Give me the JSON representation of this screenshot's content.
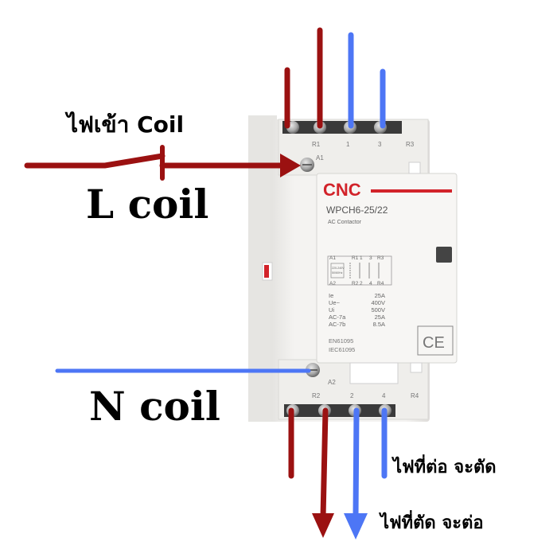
{
  "labels": {
    "coil_input": "ไฟเข้า Coil",
    "l_coil": "L coil",
    "n_coil": "N coil",
    "nc_contacts": "ไฟที่ต่อ จะตัด",
    "no_contacts": "ไฟที่ตัด จะต่อ"
  },
  "device": {
    "brand": "CNC",
    "model": "WPCH6-25/22",
    "type": "AC Contactor",
    "terminals_top": [
      "R1",
      "1",
      "3",
      "R3"
    ],
    "terminals_bottom": [
      "R2",
      "2",
      "4",
      "R4"
    ],
    "coil_terminals": [
      "A1",
      "A2"
    ],
    "schematic": {
      "top": [
        "A1",
        "R1",
        "1",
        "3",
        "R3"
      ],
      "bottom": [
        "A2",
        "R2",
        "2",
        "4",
        "R4"
      ],
      "coil_note": [
        "220-240V",
        "50/60Hz"
      ]
    },
    "specs": [
      {
        "label": "Ie",
        "value": "25A"
      },
      {
        "label": "Ue~",
        "value": "400V"
      },
      {
        "label": "Ui",
        "value": "500V"
      },
      {
        "label": "AC-7a",
        "value": "25A"
      },
      {
        "label": "AC-7b",
        "value": "8.5A"
      }
    ],
    "standards": [
      "EN61095",
      "IEC61095"
    ],
    "ce_mark": "CE"
  },
  "colors": {
    "live": "#9b1111",
    "neutral": "#4d76f5",
    "body": "#f1f0ee",
    "brand_red": "#d2232a"
  }
}
